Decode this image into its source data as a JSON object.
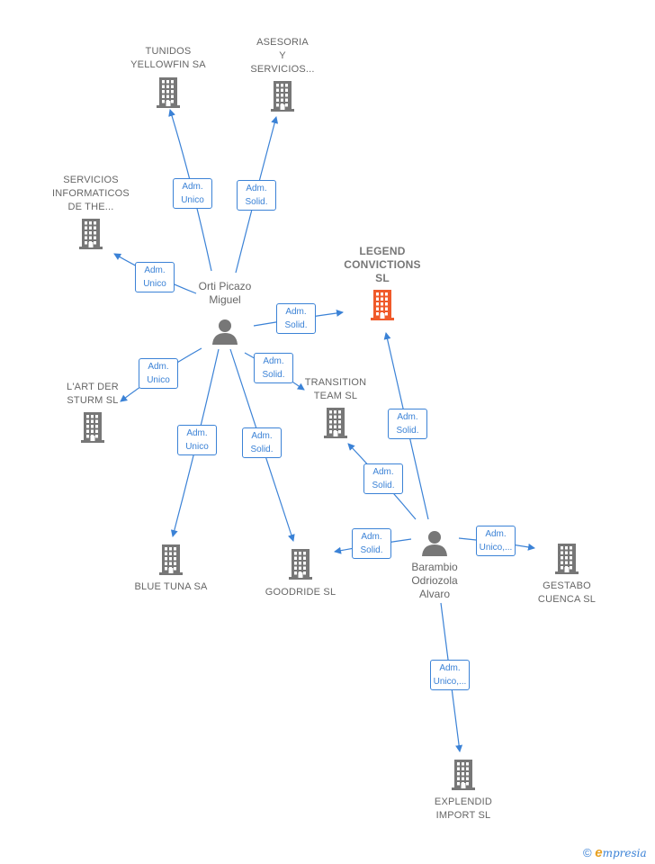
{
  "colors": {
    "edge": "#3b82d6",
    "building_default": "#777777",
    "building_main": "#f05a2a",
    "person": "#777777",
    "label": "#666666"
  },
  "companies": [
    {
      "id": "tunidos",
      "label": "TUNIDOS\nYELLOWFIN SA",
      "icon": "building-icon"
    },
    {
      "id": "asesoria",
      "label": "ASESORIA\nY\nSERVICIOS...",
      "icon": "building-icon"
    },
    {
      "id": "servicios",
      "label": "SERVICIOS\nINFORMATICOS\nDE THE...",
      "icon": "building-icon"
    },
    {
      "id": "legend",
      "label": "LEGEND\nCONVICTIONS\nSL",
      "icon": "building-icon",
      "main": true
    },
    {
      "id": "transition",
      "label": "TRANSITION\nTEAM SL",
      "icon": "building-icon"
    },
    {
      "id": "lart",
      "label": "L'ART DER\nSTURM SL",
      "icon": "building-icon"
    },
    {
      "id": "bluetuna",
      "label": "BLUE TUNA SA",
      "icon": "building-icon"
    },
    {
      "id": "goodride",
      "label": "GOODRIDE SL",
      "icon": "building-icon"
    },
    {
      "id": "gestabo",
      "label": "GESTABO\nCUENCA SL",
      "icon": "building-icon"
    },
    {
      "id": "explendid",
      "label": "EXPLENDID\nIMPORT SL",
      "icon": "building-icon"
    }
  ],
  "people": [
    {
      "id": "orti",
      "label": "Orti Picazo\nMiguel",
      "icon": "person-icon"
    },
    {
      "id": "barambio",
      "label": "Barambio\nOdriozola\nAlvaro",
      "icon": "person-icon"
    }
  ],
  "edges": [
    {
      "from": "orti",
      "to": "tunidos",
      "label": "Adm.\nUnico"
    },
    {
      "from": "orti",
      "to": "asesoria",
      "label": "Adm.\nSolid."
    },
    {
      "from": "orti",
      "to": "servicios",
      "label": "Adm.\nUnico"
    },
    {
      "from": "orti",
      "to": "legend",
      "label": "Adm.\nSolid."
    },
    {
      "from": "orti",
      "to": "transition",
      "label": "Adm.\nSolid."
    },
    {
      "from": "orti",
      "to": "lart",
      "label": "Adm.\nUnico"
    },
    {
      "from": "orti",
      "to": "bluetuna",
      "label": "Adm.\nUnico"
    },
    {
      "from": "orti",
      "to": "goodride",
      "label": "Adm.\nSolid."
    },
    {
      "from": "barambio",
      "to": "legend",
      "label": "Adm.\nSolid."
    },
    {
      "from": "barambio",
      "to": "transition",
      "label": "Adm.\nSolid."
    },
    {
      "from": "barambio",
      "to": "goodride",
      "label": "Adm.\nSolid."
    },
    {
      "from": "barambio",
      "to": "gestabo",
      "label": "Adm.\nUnico,..."
    },
    {
      "from": "barambio",
      "to": "explendid",
      "label": "Adm.\nUnico,..."
    }
  ],
  "footer": {
    "copyright": "©",
    "brand_first": "e",
    "brand_rest": "mpresia"
  }
}
